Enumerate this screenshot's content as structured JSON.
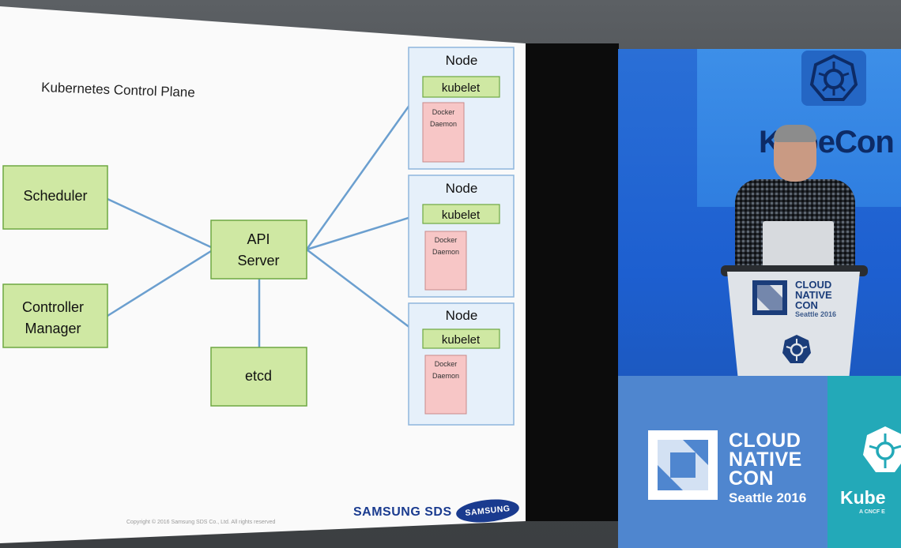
{
  "slide": {
    "title": "Kubernetes Control Plane",
    "components": {
      "scheduler": "Scheduler",
      "controller_manager_line1": "Controller",
      "controller_manager_line2": "Manager",
      "api_server_line1": "API",
      "api_server_line2": "Server",
      "etcd": "etcd"
    },
    "nodes": [
      {
        "title": "Node",
        "agent": "kubelet",
        "runtime_line1": "Docker",
        "runtime_line2": "Daemon"
      },
      {
        "title": "Node",
        "agent": "kubelet",
        "runtime_line1": "Docker",
        "runtime_line2": "Daemon"
      },
      {
        "title": "Node",
        "agent": "kubelet",
        "runtime_line1": "Docker",
        "runtime_line2": "Daemon"
      }
    ],
    "copyright": "Copyright © 2016  Samsung SDS Co., Ltd. All rights reserved",
    "logo_sds": "SAMSUNG SDS",
    "logo_samsung": "SAMSUNG"
  },
  "venue": {
    "wall_text": "KubeCon",
    "podium": {
      "line1": "CLOUD",
      "line2": "NATIVE",
      "line3": "CON",
      "city": "Seattle 2016"
    },
    "banner": {
      "line1": "CLOUD",
      "line2": "NATIVE",
      "line3": "CON",
      "city": "Seattle 2016",
      "kube_text": "Kube",
      "kube_sub": "A CNCF E"
    }
  },
  "colors": {
    "box_green": "#cfe8a3",
    "box_border": "#6ea842",
    "node_fill": "#e6f0fa",
    "node_border": "#8fb6dc",
    "docker_fill": "#f7c6c6",
    "line_blue": "#6b9fcf",
    "banner_blue": "#4f86cf",
    "banner_teal": "#23a9b8"
  }
}
